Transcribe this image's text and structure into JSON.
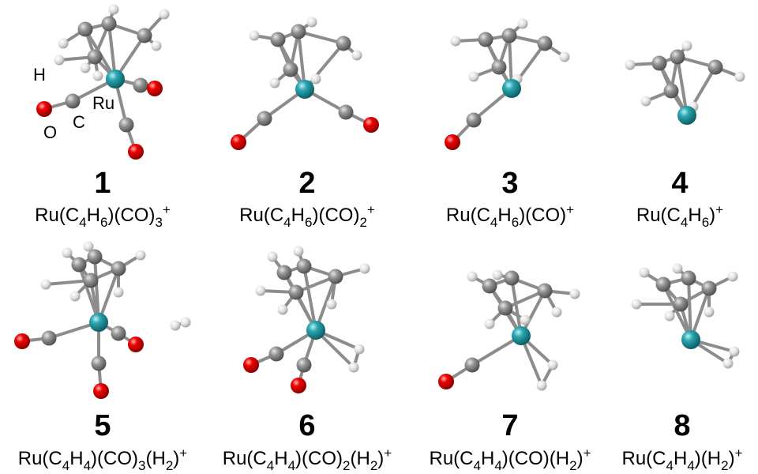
{
  "atom_labels": {
    "H": "H",
    "O": "O",
    "C": "C",
    "Ru": "Ru"
  },
  "colors": {
    "Ru": "#1c8f9a",
    "C": "#8a8a8a",
    "O": "#e30000",
    "H": "#e8e8e8",
    "bond": "#8c8c8c"
  },
  "structures": [
    {
      "number": "1",
      "formula": [
        [
          "Ru(C",
          ""
        ],
        [
          "4",
          "sub"
        ],
        [
          "H",
          ""
        ],
        [
          "6",
          "sub"
        ],
        [
          ")(CO)",
          ""
        ],
        [
          "3",
          "sub"
        ],
        [
          "+",
          "sup"
        ]
      ]
    },
    {
      "number": "2",
      "formula": [
        [
          "Ru(C",
          ""
        ],
        [
          "4",
          "sub"
        ],
        [
          "H",
          ""
        ],
        [
          "6",
          "sub"
        ],
        [
          ")(CO)",
          ""
        ],
        [
          "2",
          "sub"
        ],
        [
          "+",
          "sup"
        ]
      ]
    },
    {
      "number": "3",
      "formula": [
        [
          "Ru(C",
          ""
        ],
        [
          "4",
          "sub"
        ],
        [
          "H",
          ""
        ],
        [
          "6",
          "sub"
        ],
        [
          ")(CO)",
          ""
        ],
        [
          "+",
          "sup"
        ]
      ]
    },
    {
      "number": "4",
      "formula": [
        [
          "Ru(C",
          ""
        ],
        [
          "4",
          "sub"
        ],
        [
          "H",
          ""
        ],
        [
          "6",
          "sub"
        ],
        [
          ")",
          ""
        ],
        [
          "+",
          "sup"
        ]
      ]
    },
    {
      "number": "5",
      "formula": [
        [
          "Ru(C",
          ""
        ],
        [
          "4",
          "sub"
        ],
        [
          "H",
          ""
        ],
        [
          "4",
          "sub"
        ],
        [
          ")(CO)",
          ""
        ],
        [
          "3",
          "sub"
        ],
        [
          "(H",
          ""
        ],
        [
          "2",
          "sub"
        ],
        [
          ")",
          ""
        ],
        [
          "+",
          "sup"
        ]
      ]
    },
    {
      "number": "6",
      "formula": [
        [
          "Ru(C",
          ""
        ],
        [
          "4",
          "sub"
        ],
        [
          "H",
          ""
        ],
        [
          "4",
          "sub"
        ],
        [
          ")(CO)",
          ""
        ],
        [
          "2",
          "sub"
        ],
        [
          "(H",
          ""
        ],
        [
          "2",
          "sub"
        ],
        [
          ")",
          ""
        ],
        [
          "+",
          "sup"
        ]
      ]
    },
    {
      "number": "7",
      "formula": [
        [
          "Ru(C",
          ""
        ],
        [
          "4",
          "sub"
        ],
        [
          "H",
          ""
        ],
        [
          "4",
          "sub"
        ],
        [
          ")(CO)(H",
          ""
        ],
        [
          "2",
          "sub"
        ],
        [
          ")",
          ""
        ],
        [
          "+",
          "sup"
        ]
      ]
    },
    {
      "number": "8",
      "formula": [
        [
          "Ru(C",
          ""
        ],
        [
          "4",
          "sub"
        ],
        [
          "H",
          ""
        ],
        [
          "4",
          "sub"
        ],
        [
          ")(H",
          ""
        ],
        [
          "2",
          "sub"
        ],
        [
          ")",
          ""
        ],
        [
          "+",
          "sup"
        ]
      ]
    }
  ]
}
